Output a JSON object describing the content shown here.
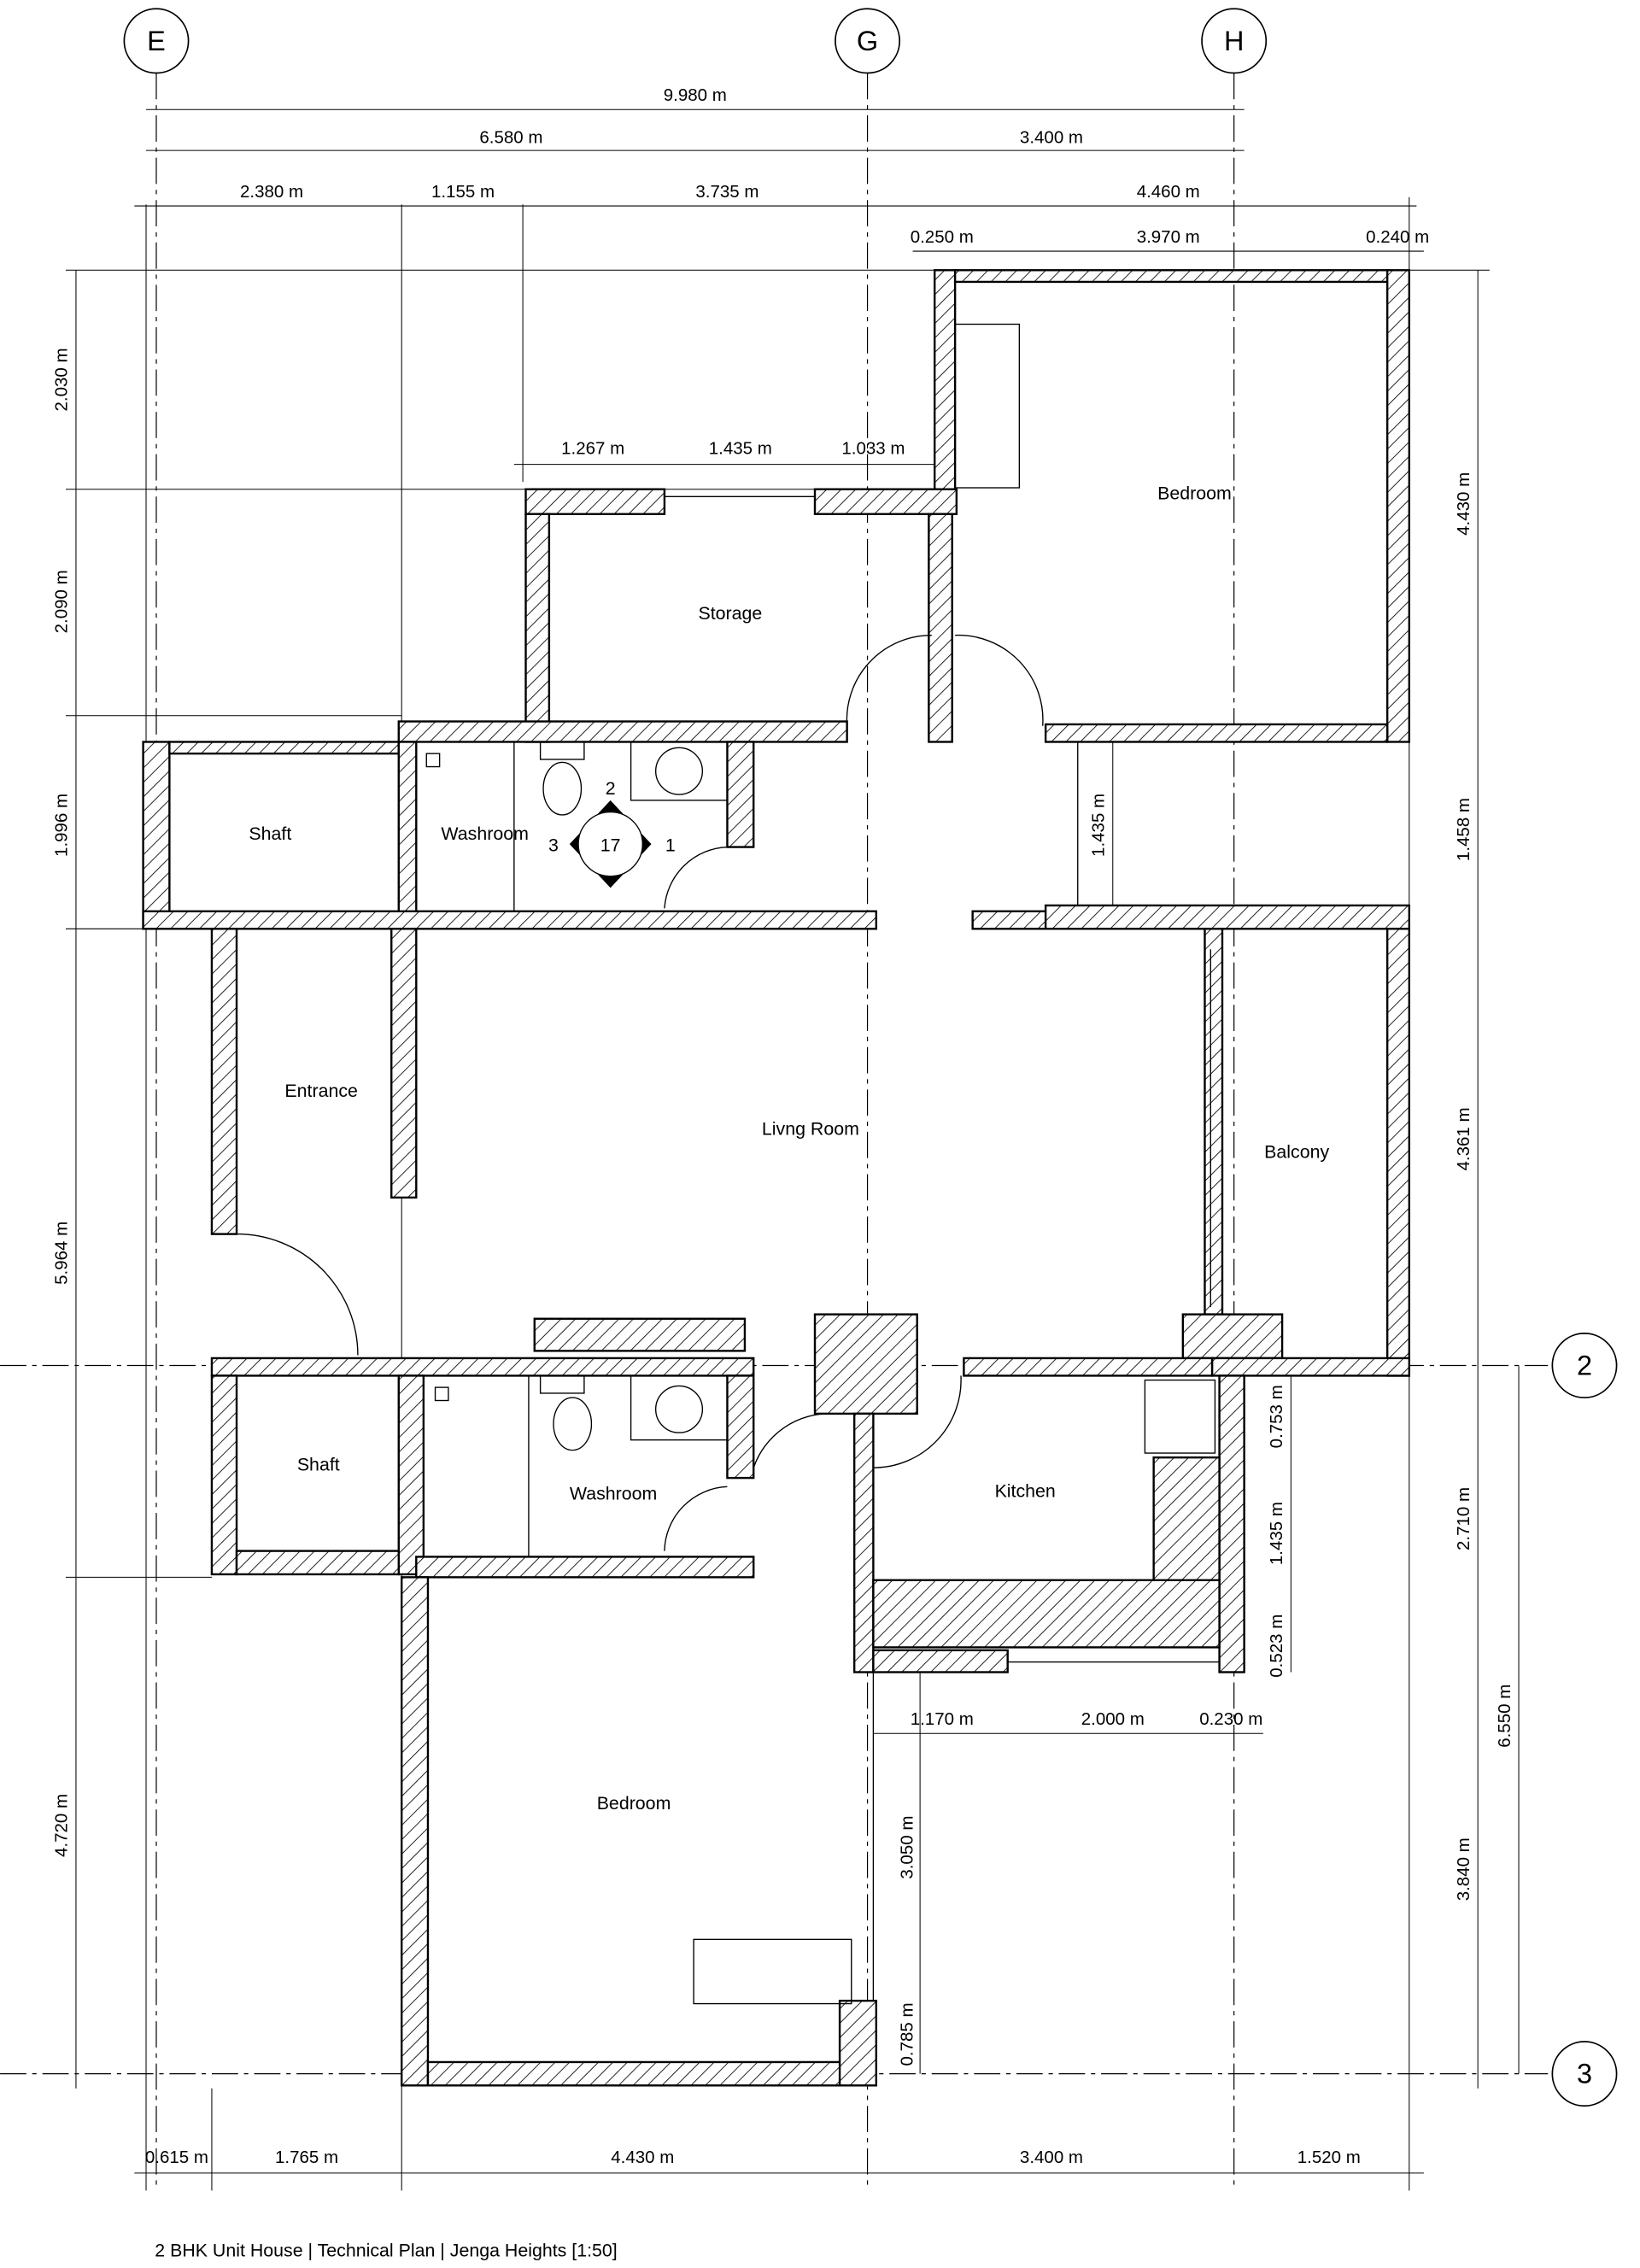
{
  "caption": "2 BHK Unit House | Technical Plan | Jenga Heights [1:50]",
  "grid_labels": {
    "E": "E",
    "G": "G",
    "H": "H",
    "row2": "2",
    "row3": "3"
  },
  "rooms": {
    "bedroom_top": "Bedroom",
    "storage": "Storage",
    "shaft_top": "Shaft",
    "washroom_top": "Washroom",
    "entrance": "Entrance",
    "living": "Livng Room",
    "balcony": "Balcony",
    "shaft_bottom": "Shaft",
    "washroom_bottom": "Washroom",
    "kitchen": "Kitchen",
    "bedroom_bottom": "Bedroom"
  },
  "section_marker": {
    "number": "17",
    "view1": "1",
    "view2": "2",
    "view3": "3"
  },
  "dims": [
    "9.980 m",
    "6.580 m",
    "3.400 m",
    "2.380 m",
    "1.155 m",
    "3.735 m",
    "4.460 m",
    "0.250 m",
    "3.970 m",
    "0.240 m",
    "1.267 m",
    "1.435 m",
    "1.033 m",
    "2.030 m",
    "2.090 m",
    "1.996 m",
    "5.964 m",
    "4.720 m",
    "4.430 m",
    "1.458 m",
    "4.361 m",
    "2.710 m",
    "6.550 m",
    "3.840 m",
    "0.753 m",
    "1.435 m",
    "0.523 m",
    "1.435 m",
    "1.170 m",
    "2.000 m",
    "0.230 m",
    "3.050 m",
    "0.785 m",
    "0.615 m",
    "1.765 m",
    "4.430 m",
    "3.400 m",
    "1.520 m"
  ]
}
